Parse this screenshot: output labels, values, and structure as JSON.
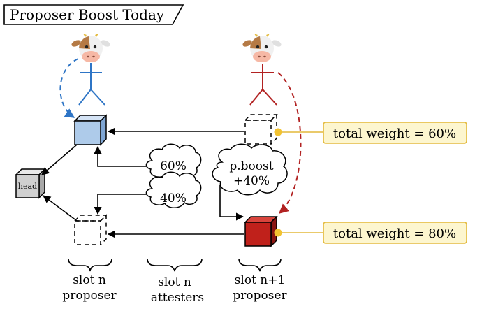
{
  "title": "Proposer Boost Today",
  "cloud_vote_top": "60%",
  "cloud_vote_bottom": "40%",
  "cloud_boost_line1": "p.boost",
  "cloud_boost_line2": "+40%",
  "head_label": "head",
  "weight_top": "total weight = 60%",
  "weight_bottom": "total weight = 80%",
  "slots": [
    {
      "line1": "slot n",
      "line2": "proposer"
    },
    {
      "line1": "slot n",
      "line2": "attesters"
    },
    {
      "line1": "slot n+1",
      "line2": "proposer"
    }
  ],
  "colors": {
    "blue_block": "#aecbea",
    "blue_line": "#2e75c6",
    "red_block": "#c0211b",
    "red_line": "#b22222",
    "weight_box_fill": "#fdf6cf",
    "weight_box_stroke": "#e3b93a",
    "head_block": "#d0d0d0"
  }
}
